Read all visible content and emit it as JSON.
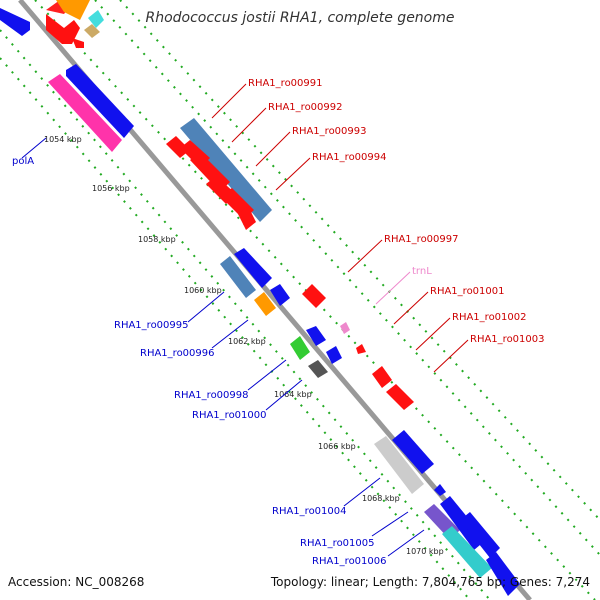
{
  "title": "Rhodococcus jostii RHA1, complete genome",
  "footer": {
    "accession": "Accession: NC_008268",
    "summary": "Topology: linear; Length: 7,804,765 bp; Genes: 7,274"
  },
  "colors": {
    "backbone": "#999999",
    "ticks": "#22aa22",
    "label_red": "#cc0000",
    "label_blue": "#0000cc",
    "label_pink": "#ee88cc"
  },
  "tick_labels": [
    "1054 kbp",
    "1056 kbp",
    "1058 kbp",
    "1060 kbp",
    "1062 kbp",
    "1064 kbp",
    "1066 kbp",
    "1068 kbp",
    "1070 kbp"
  ],
  "right_labels": [
    {
      "text": "RHA1_ro00991",
      "color": "red"
    },
    {
      "text": "RHA1_ro00992",
      "color": "red"
    },
    {
      "text": "RHA1_ro00993",
      "color": "red"
    },
    {
      "text": "RHA1_ro00994",
      "color": "red"
    },
    {
      "text": "RHA1_ro00997",
      "color": "red"
    },
    {
      "text": "trnL",
      "color": "pink"
    },
    {
      "text": "RHA1_ro01001",
      "color": "red"
    },
    {
      "text": "RHA1_ro01002",
      "color": "red"
    },
    {
      "text": "RHA1_ro01003",
      "color": "red"
    }
  ],
  "left_labels": [
    {
      "text": "polA"
    },
    {
      "text": "RHA1_ro00995"
    },
    {
      "text": "RHA1_ro00996"
    },
    {
      "text": "RHA1_ro00998"
    },
    {
      "text": "RHA1_ro01000"
    },
    {
      "text": "RHA1_ro01004"
    },
    {
      "text": "RHA1_ro01005"
    },
    {
      "text": "RHA1_ro01006"
    }
  ]
}
